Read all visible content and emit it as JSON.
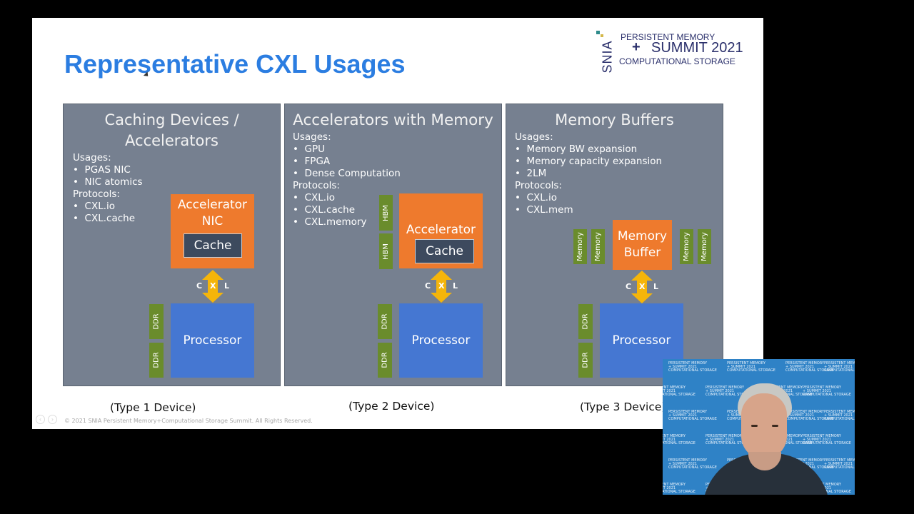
{
  "slide": {
    "title": "Representative CXL Usages",
    "logo": {
      "line1": "PERSISTENT MEMORY",
      "plus": "+",
      "line2": "SUMMIT 2021",
      "line3": "COMPUTATIONAL STORAGE",
      "mark": "SNIA"
    },
    "panels": [
      {
        "title_line1": "Caching Devices /",
        "title_line2": "Accelerators",
        "usages_header": "Usages:",
        "usages": [
          "PGAS NIC",
          "NIC atomics"
        ],
        "protocols_header": "Protocols:",
        "protocols": [
          "CXL.io",
          "CXL.cache"
        ],
        "device_line1": "Accelerator",
        "device_line2": "NIC",
        "cache_label": "Cache",
        "cxl": [
          "C",
          "X",
          "L"
        ],
        "processor_label": "Processor",
        "side_modules": [
          "DDR",
          "DDR"
        ]
      },
      {
        "title_line1": "Accelerators with Memory",
        "usages_header": "Usages:",
        "usages": [
          "GPU",
          "FPGA",
          "Dense Computation"
        ],
        "protocols_header": "Protocols:",
        "protocols": [
          "CXL.io",
          "CXL.cache",
          "CXL.memory"
        ],
        "device_line1": "Accelerator",
        "cache_label": "Cache",
        "hbm_modules": [
          "HBM",
          "HBM"
        ],
        "cxl": [
          "C",
          "X",
          "L"
        ],
        "processor_label": "Processor",
        "side_modules": [
          "DDR",
          "DDR"
        ]
      },
      {
        "title_line1": "Memory Buffers",
        "usages_header": "Usages:",
        "usages": [
          "Memory BW expansion",
          "Memory capacity expansion",
          "2LM"
        ],
        "protocols_header": "Protocols:",
        "protocols": [
          "CXL.io",
          "CXL.mem"
        ],
        "device_line1": "Memory",
        "device_line2": "Buffer",
        "memory_modules": [
          "Memory",
          "Memory",
          "Memory",
          "Memory"
        ],
        "cxl": [
          "C",
          "X",
          "L"
        ],
        "processor_label": "Processor",
        "side_modules": [
          "DDR",
          "DDR"
        ]
      }
    ],
    "type_labels": [
      "(Type 1 Device)",
      "(Type 2 Device)",
      "(Type 3 Device)"
    ],
    "footer": "© 2021 SNIA Persistent Memory+Computational  Storage Summit. All Rights Reserved."
  },
  "webcam": {
    "backdrop_line1": "PERSISTENT MEMORY",
    "backdrop_line2": "+ SUMMIT 2021",
    "backdrop_line3": "COMPUTATIONAL STORAGE"
  },
  "colors": {
    "title_blue": "#2b7de1",
    "panel_gray": "#768090",
    "accent_orange": "#ee7a2d",
    "processor_blue": "#4577d2",
    "module_green": "#6a8c2c",
    "cxl_yellow": "#f5b50a"
  }
}
